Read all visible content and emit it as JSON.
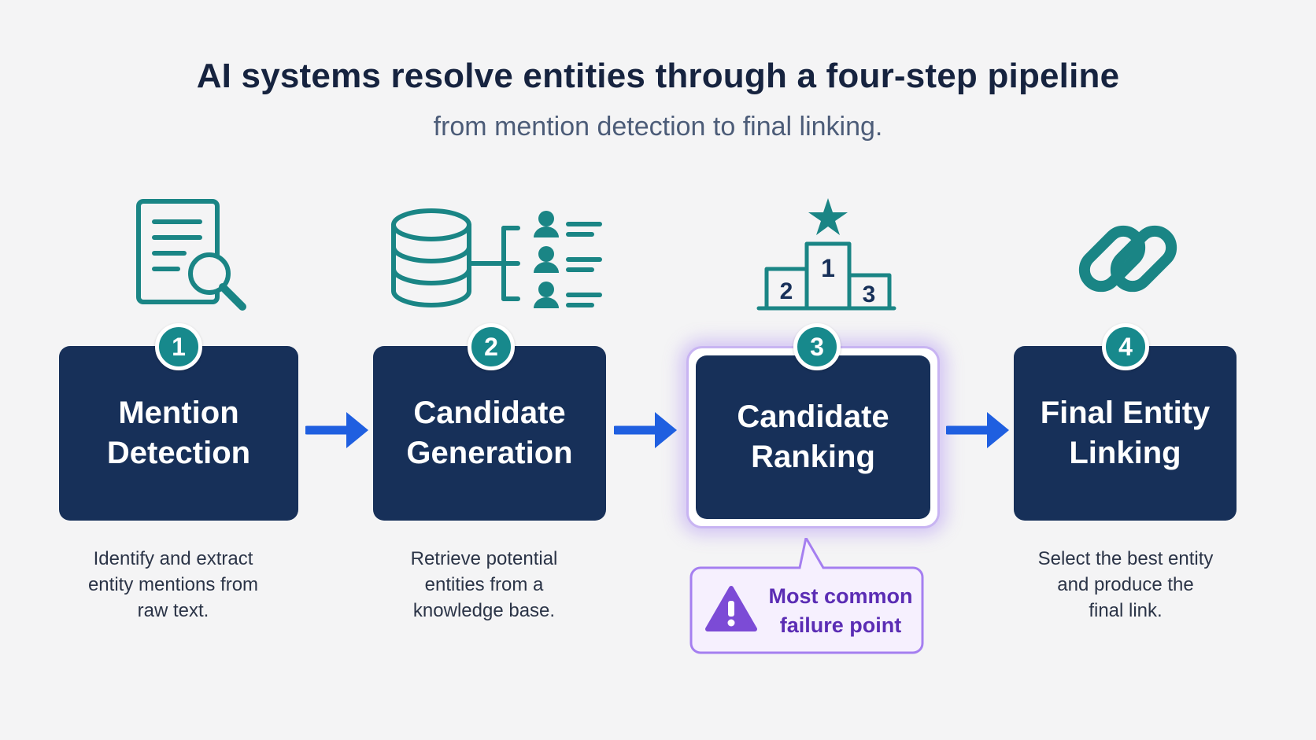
{
  "header": {
    "title": "AI systems resolve entities through a four-step pipeline",
    "subtitle": "from mention detection to final linking."
  },
  "steps": [
    {
      "number": "1",
      "label": "Mention\nDetection",
      "description": "Identify and extract\nentity mentions from\nraw text.",
      "icon": "document-search-icon"
    },
    {
      "number": "2",
      "label": "Candidate\nGeneration",
      "description": "Retrieve potential\nentities from a\nknowledge base.",
      "icon": "database-candidates-icon"
    },
    {
      "number": "3",
      "label": "Candidate\nRanking",
      "description": "",
      "icon": "podium-star-icon",
      "podium_labels": [
        "2",
        "1",
        "3"
      ]
    },
    {
      "number": "4",
      "label": "Final Entity\nLinking",
      "description": "Select the best entity\nand produce the\nfinal link.",
      "icon": "chain-link-icon"
    }
  ],
  "callout": {
    "text": "Most common\nfailure point",
    "icon": "warning-icon"
  },
  "colors": {
    "box": "#173059",
    "badge": "#17898c",
    "icon": "#1a8585",
    "arrow": "#1f5fe0",
    "highlight": "#9b6cf0",
    "callout_text": "#5b2db4",
    "title": "#16233f"
  }
}
